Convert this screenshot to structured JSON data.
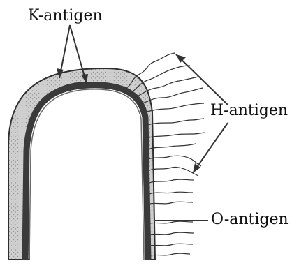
{
  "diagram": {
    "labels": {
      "k_antigen": "K-antigen",
      "h_antigen": "H-antigen",
      "o_antigen": "O-antigen"
    },
    "colors": {
      "capsule_fill": "#c9c9c9",
      "cell_wall": "#3a3a3a",
      "line": "#333333",
      "background": "#ffffff"
    }
  }
}
